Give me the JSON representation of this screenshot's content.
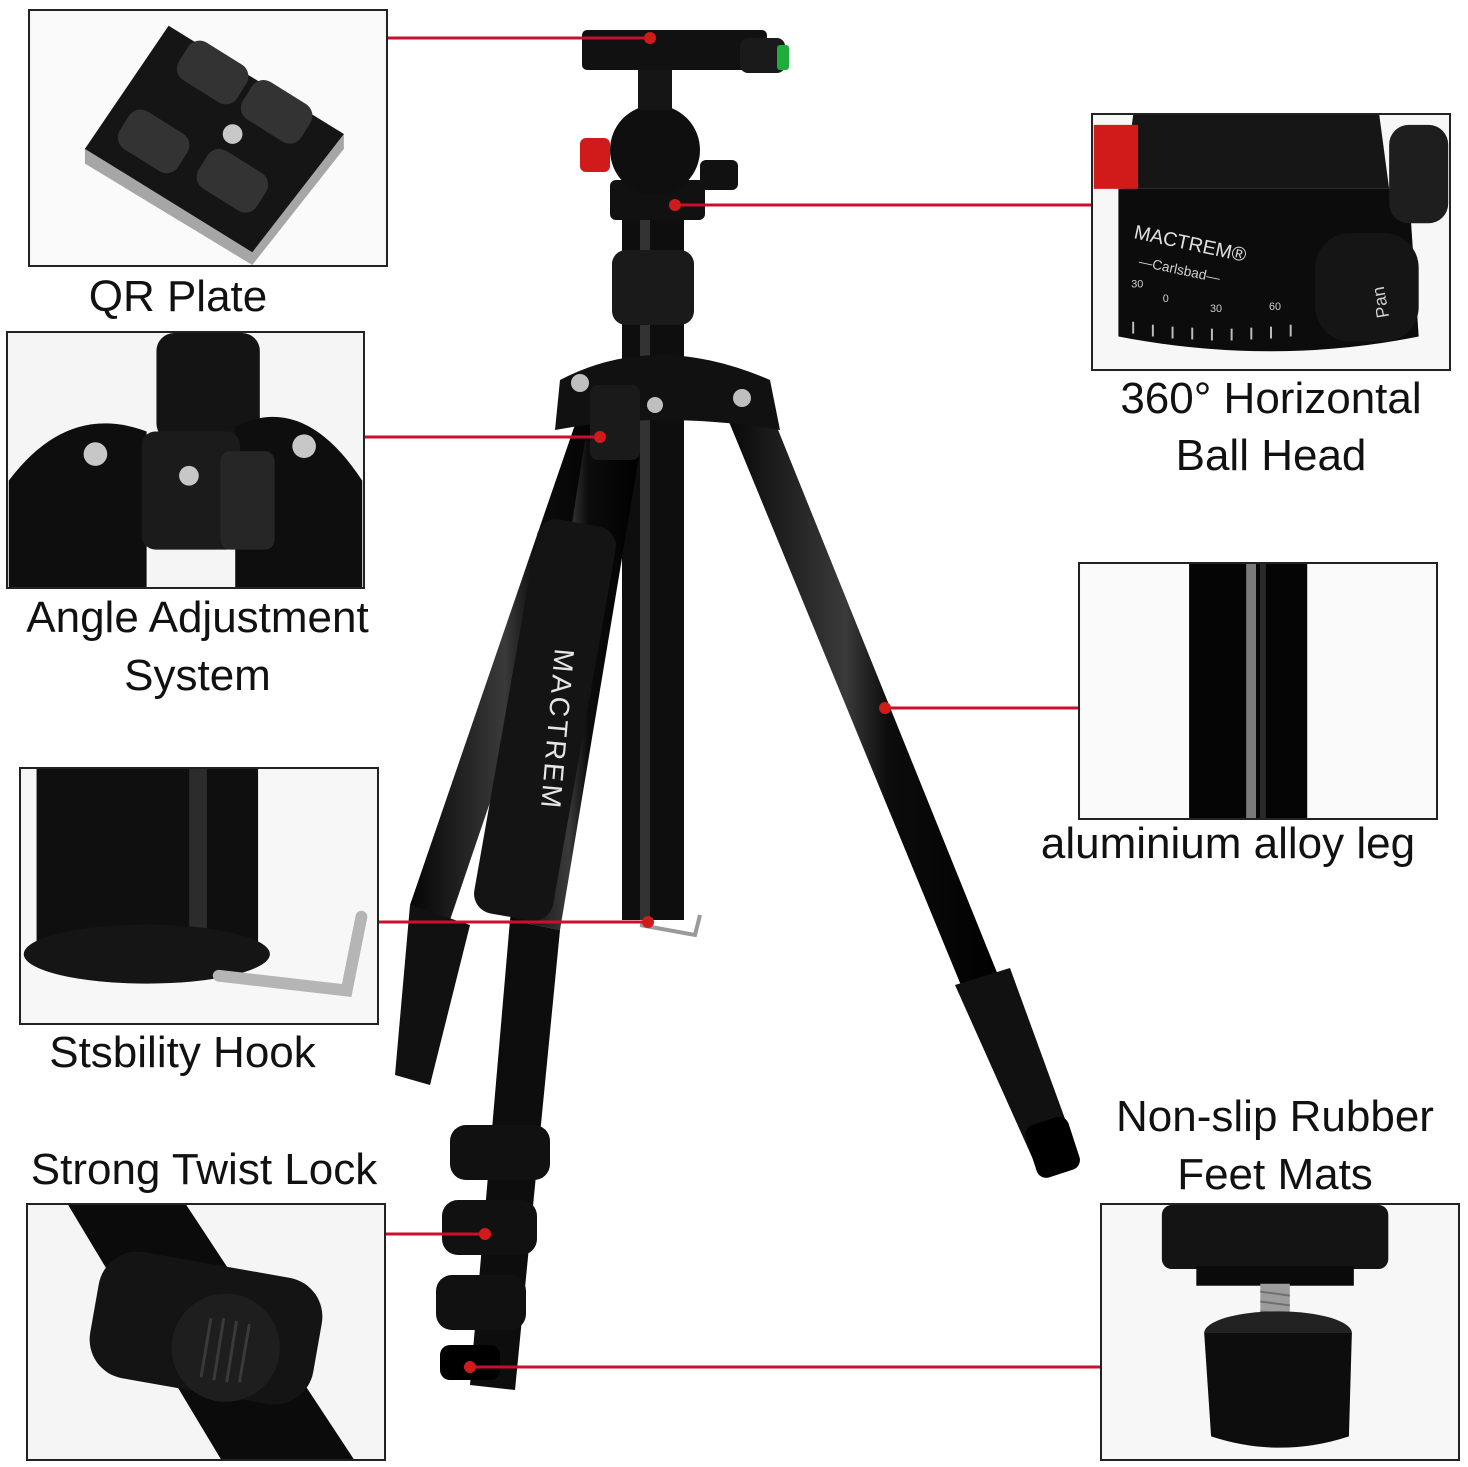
{
  "brand": "MACTREM",
  "brand_mark": "®",
  "head_brand": "MACTREM®",
  "head_model": "—Carlsbad—",
  "head_pan": "Pan",
  "head_scale": [
    "30",
    "0",
    "30",
    "60"
  ],
  "features": {
    "qr_plate": "QR Plate",
    "ball_head_line1": "360° Horizontal",
    "ball_head_line2": "Ball Head",
    "angle_line1": "Angle Adjustment",
    "angle_line2": "System",
    "alloy_leg": "aluminium alloy leg",
    "hook": "Stsbility Hook",
    "twist_lock": "Strong Twist Lock",
    "feet_line1": "Non-slip Rubber",
    "feet_line2": "Feet Mats"
  },
  "colors": {
    "leader_line": "#c8102e",
    "accent_red": "#d11a1a",
    "accent_green": "#1fae3c",
    "metal_black": "#111111"
  }
}
